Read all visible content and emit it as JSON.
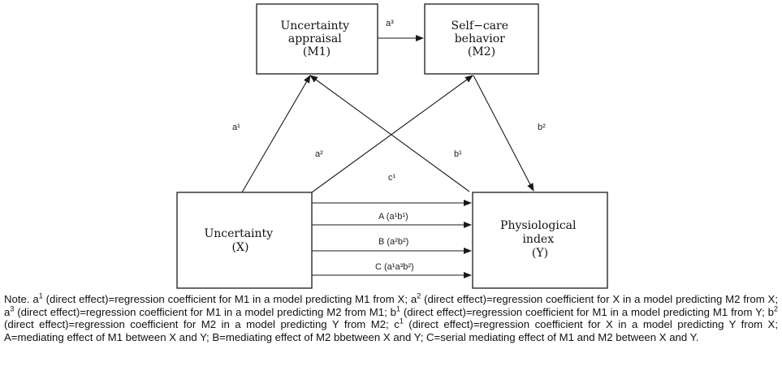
{
  "boxes": {
    "m1": {
      "lines": [
        "Uncertainty",
        "appraisal",
        "(M1)"
      ]
    },
    "m2": {
      "lines": [
        "Self−care",
        "behavior",
        "(M2)"
      ]
    },
    "x": {
      "lines": [
        "Uncertainty",
        "(X)"
      ]
    },
    "y": {
      "lines": [
        "Physiological",
        "index",
        "(Y)"
      ]
    }
  },
  "paths": {
    "a1": "a¹",
    "a2": "a²",
    "a3": "a³",
    "b1": "b¹",
    "b2": "b²",
    "c1": "c¹",
    "A": "A (a¹b¹)",
    "B": "B (a²b²)",
    "C": "C (a¹a³b²)"
  },
  "note": [
    {
      "t": "Note. a"
    },
    {
      "s": "1"
    },
    {
      "t": " (direct effect)=regression coefficient for M1 in a model predicting M1 from X; a"
    },
    {
      "s": "2"
    },
    {
      "t": " (direct effect)=regression coefficient for X in a model predicting M2 from X; a"
    },
    {
      "s": "3"
    },
    {
      "t": " (direct effect)=regression coefficient for M1 in a model predicting M2 from M1; b"
    },
    {
      "s": "1"
    },
    {
      "t": " (direct effect)=regression coefficient for M1 in a model predicting M1 from Y; b"
    },
    {
      "s": "2"
    },
    {
      "t": " (direct effect)=regression coefficient for M2 in a model predicting Y from M2; c"
    },
    {
      "s": "1"
    },
    {
      "t": " (direct effect)=regression coefficient for X in a model predicting Y from X; A=mediating effect of M1 between X and Y; B=mediating effect of M2 bbetween X and Y; C=serial mediating effect of M1 and M2 between X and Y."
    }
  ]
}
